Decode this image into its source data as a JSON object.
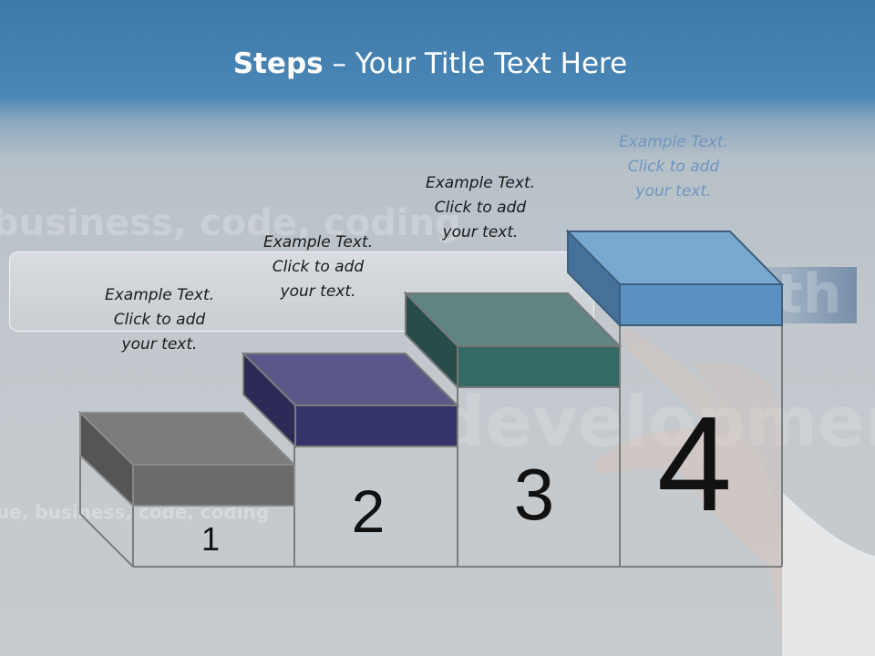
{
  "title": {
    "bold": "Steps",
    "rest": " – Your Title Text Here"
  },
  "background_words": {
    "line1": "business, code, coding",
    "line2": "development",
    "line3": "ue, business, code, coding",
    "line4": "th"
  },
  "steps": [
    {
      "number": "1",
      "text": [
        "Example Text.",
        "Click  to add",
        "your text."
      ],
      "color": "#6b6b6b"
    },
    {
      "number": "2",
      "text": [
        "Example Text.",
        "Click  to add",
        "your text."
      ],
      "color": "#35346a"
    },
    {
      "number": "3",
      "text": [
        "Example Text.",
        "Click  to add",
        "your text."
      ],
      "color": "#356966"
    },
    {
      "number": "4",
      "text": [
        "Example Text.",
        "Click  to add",
        "your text."
      ],
      "color": "#5b91c0"
    }
  ]
}
